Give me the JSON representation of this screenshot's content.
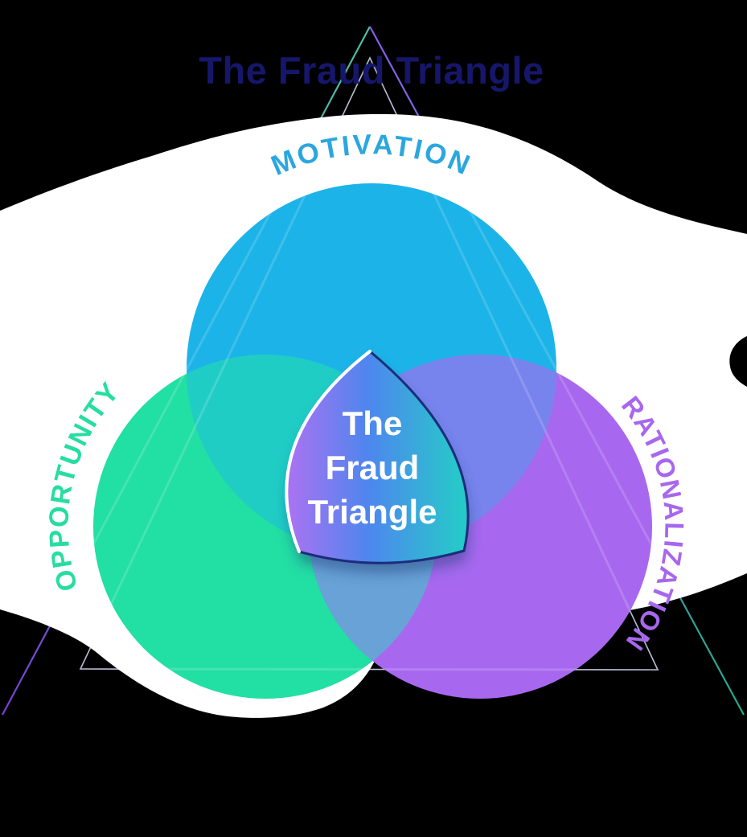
{
  "title": {
    "text": "The Fraud Triangle",
    "color": "#16176B"
  },
  "venn": {
    "circles": [
      {
        "name": "motivation",
        "label": "MOTIVATION",
        "fill": "#1CB3E8",
        "label_color": "#2BA7DE"
      },
      {
        "name": "opportunity",
        "label": "OPPORTUNITY",
        "fill": "#22DFA4",
        "label_color": "#27DDA0"
      },
      {
        "name": "rationalization",
        "label": "RATIONALIZATION",
        "fill": "#A768EF",
        "label_color": "#A767EE"
      }
    ],
    "overlaps": {
      "motivation_opportunity": "#1FCDC5",
      "motivation_rationalization": "#7884EE",
      "opportunity_rationalization": "#68A2D6",
      "all_three": "#5E9AD6"
    }
  },
  "center_badge": {
    "line1": "The",
    "line2": "Fraud",
    "line3": "Triangle",
    "text_color": "#FFFFFF",
    "gradient_left": "#A873F2",
    "gradient_mid": "#4E86EE",
    "gradient_right": "#27C8CA",
    "border_left": "#FFFFFF",
    "border_right": "#1B2D7A"
  },
  "decor": {
    "background": "#000000",
    "blob_color": "#FFFFFF",
    "outer_triangle_purple": "#7C3FD8",
    "outer_triangle_teal": "#23AC8A",
    "inner_triangle_color": "#CDD2EA"
  }
}
